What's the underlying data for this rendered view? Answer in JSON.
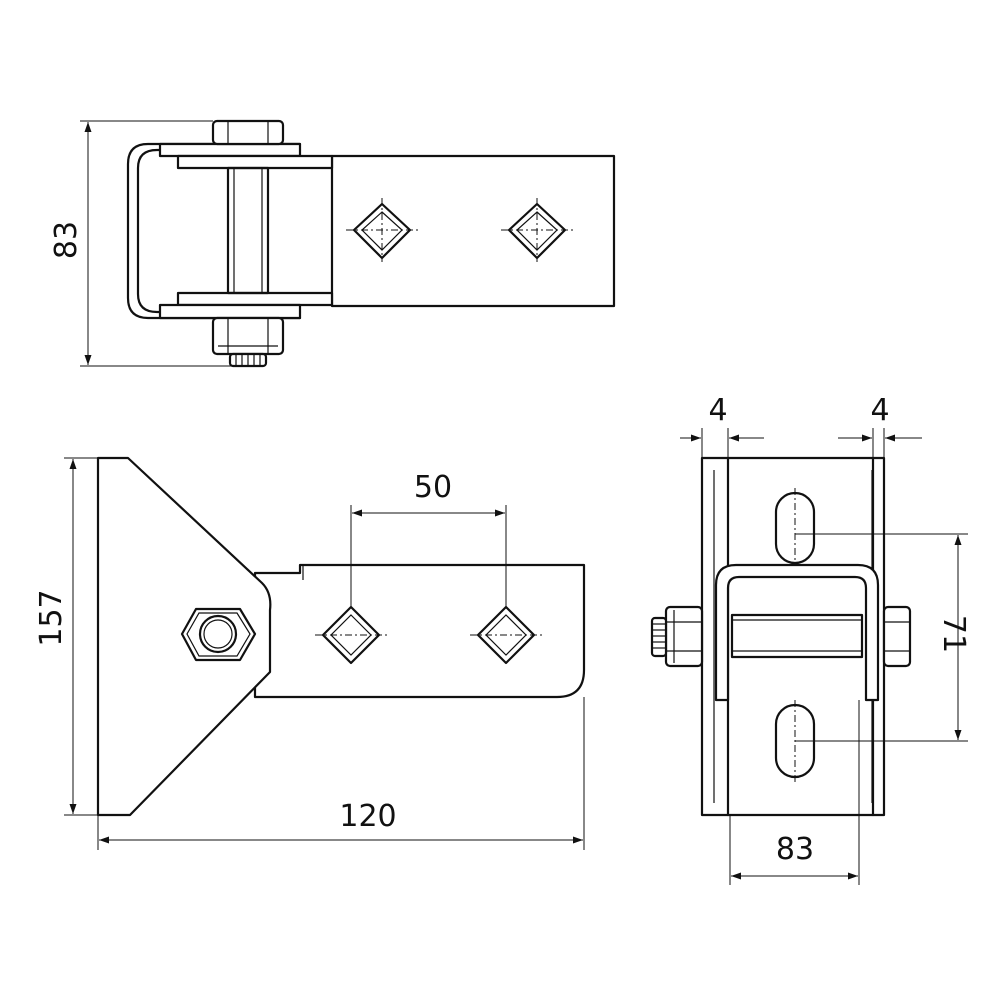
{
  "dimensions": {
    "top_height": "83",
    "front_height": "157",
    "front_length": "120",
    "hole_spacing": "50",
    "side_wall_left": "4",
    "side_wall_right": "4",
    "slot_spacing": "71",
    "side_width": "83"
  },
  "colors": {
    "line": "#111111",
    "background": "#ffffff"
  }
}
